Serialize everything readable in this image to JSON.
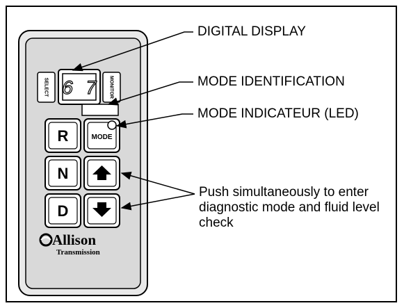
{
  "callouts": {
    "digital_display": "DIGITAL DISPLAY",
    "mode_identification": "MODE IDENTIFICATION",
    "mode_indicator": "MODE INDICATEUR  (LED)",
    "push_simultaneously": "Push simultaneously to enter diagnostic mode and fluid level check"
  },
  "panel": {
    "select_label": "SELECT",
    "monitor_label": "MONITOR",
    "display_value": "6 7",
    "buttons": {
      "r": "R",
      "mode": "MODE",
      "n": "N",
      "d": "D",
      "up_icon": "up-arrow-icon",
      "down_icon": "down-arrow-icon"
    },
    "brand_name": "Allison",
    "brand_sub": "Transmission"
  }
}
